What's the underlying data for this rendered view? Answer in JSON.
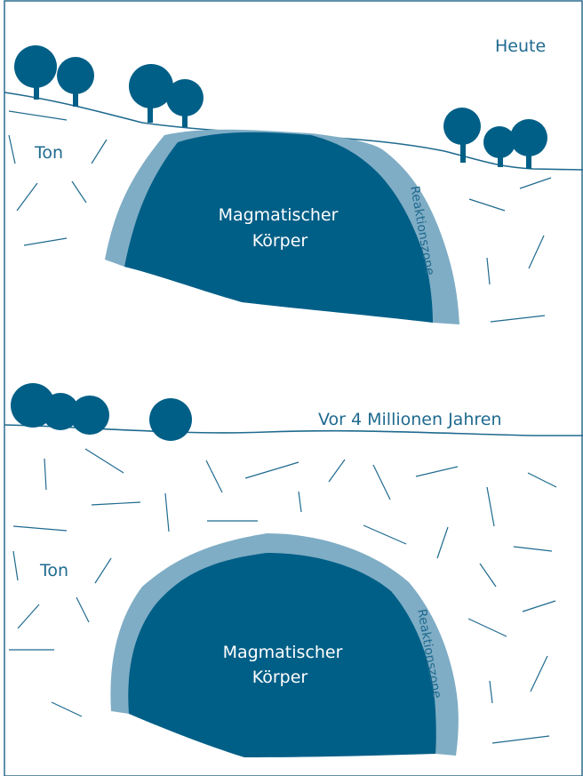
{
  "panels": [
    {
      "id": "today",
      "time_label": "Heute",
      "soil_label": "Ton",
      "body_label_line1": "Magmatischer",
      "body_label_line2": "Körper",
      "zone_label": "Reaktionszone"
    },
    {
      "id": "past",
      "time_label": "Vor 4 Millionen Jahren",
      "soil_label": "Ton",
      "body_label_line1": "Magmatischer",
      "body_label_line2": "Körper",
      "zone_label": "Reaktionszone"
    }
  ],
  "colors": {
    "magma_body": "#005f87",
    "reaction_zone": "#7fadc5",
    "line": "#1f6a8f",
    "frame": "#2a6b8f",
    "background": "#ffffff"
  }
}
